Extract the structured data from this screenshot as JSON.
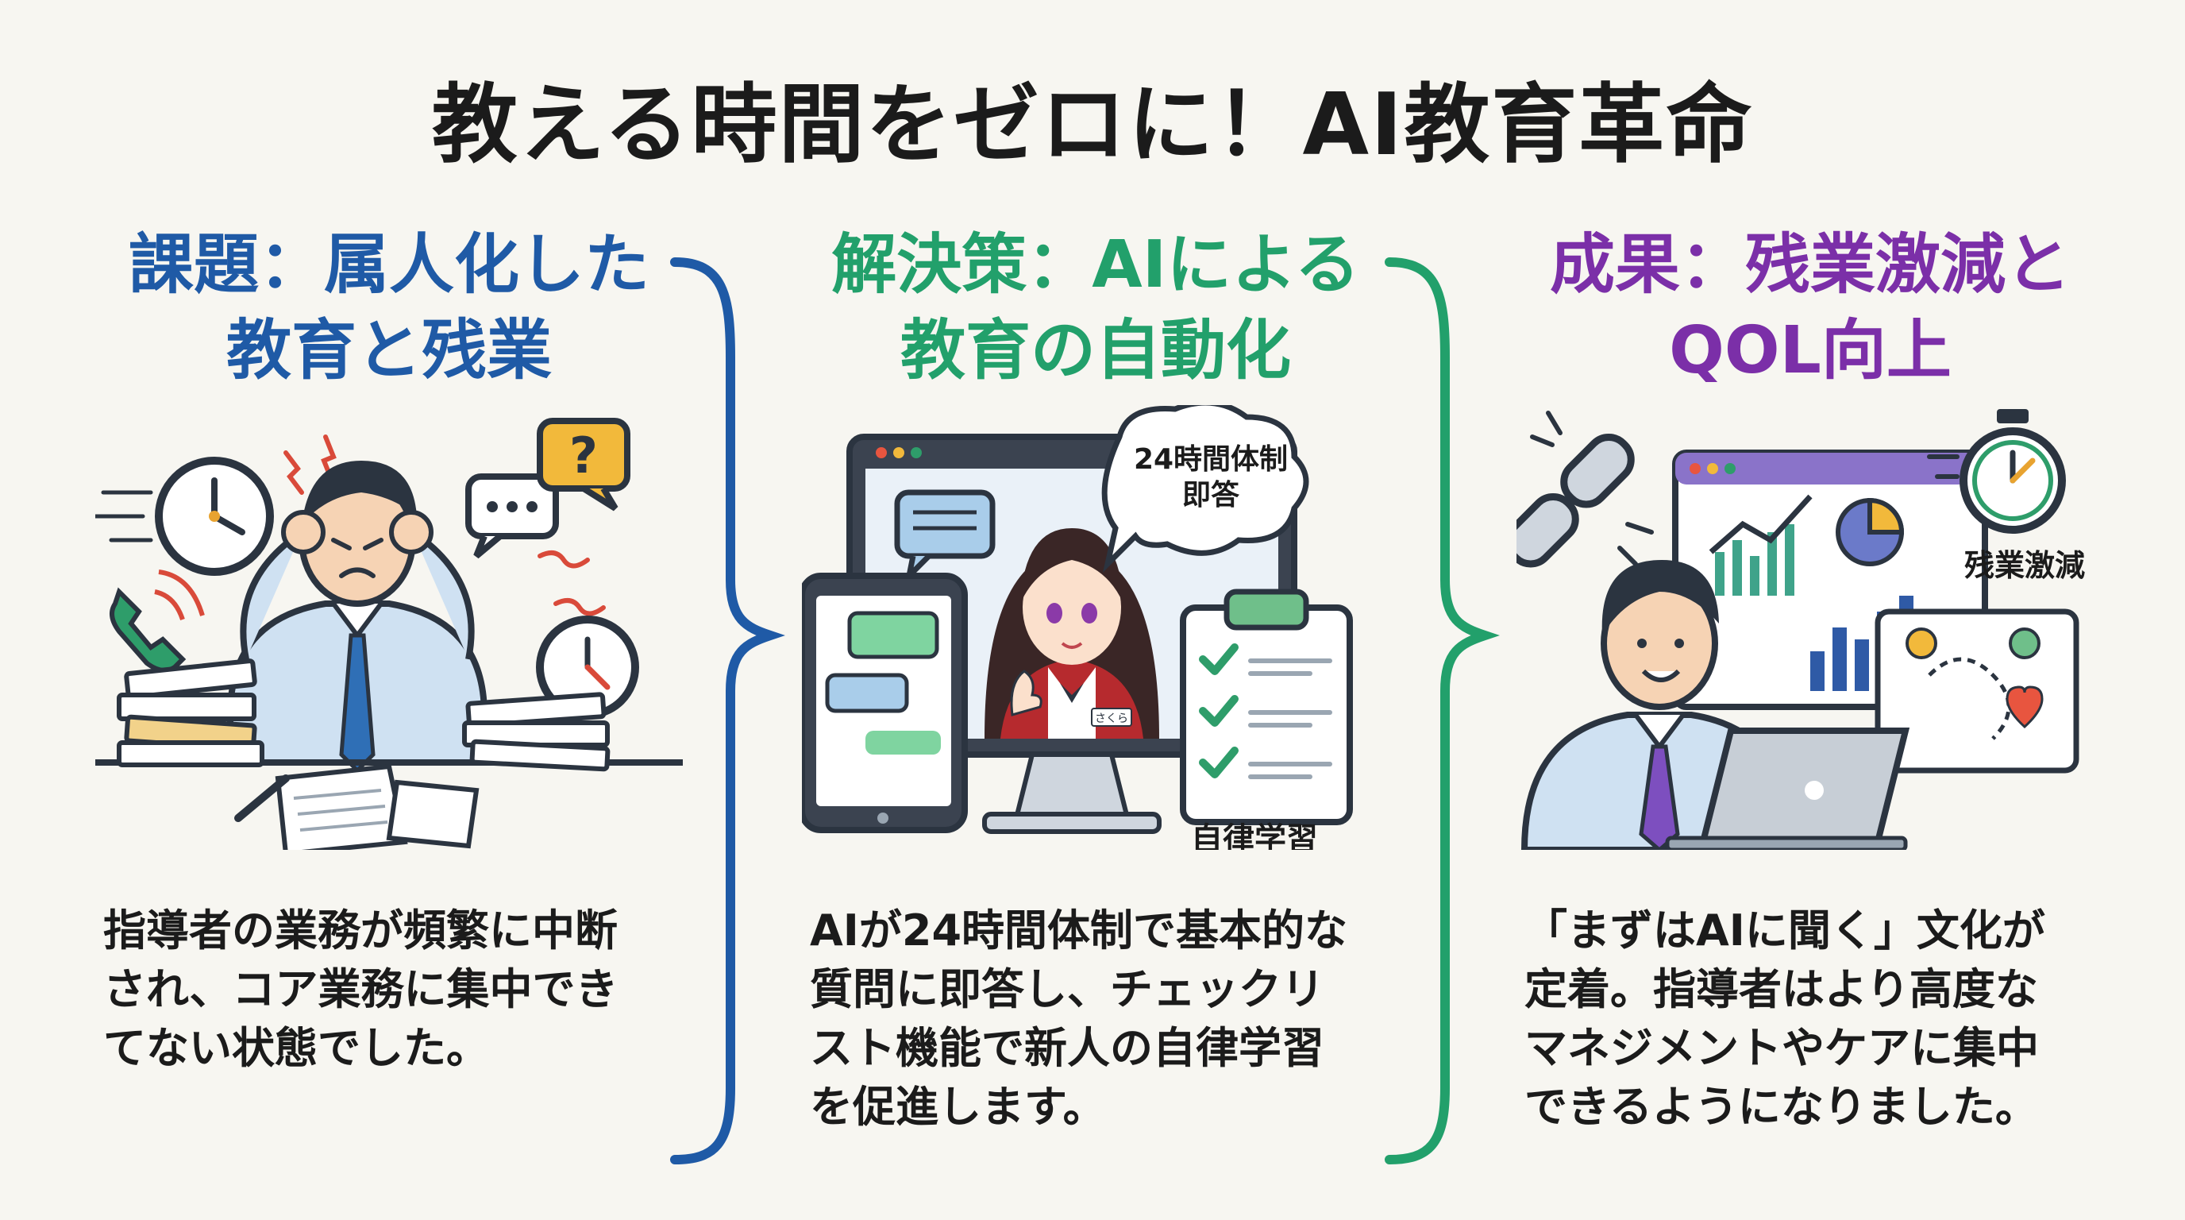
{
  "title": "教える時間をゼロに！AI教育革命",
  "columns": [
    {
      "heading_line1": "課題：属人化した",
      "heading_line2": "教育と残業",
      "body": [
        "指導者の業務が頻繁に中断",
        "され、コア業務に集中でき",
        "てない状態でした。"
      ],
      "color": "#1f5aa6"
    },
    {
      "heading_line1": "解決策：AIによる",
      "heading_line2": "教育の自動化",
      "bubble_line1": "24時間体制",
      "bubble_line2": "即答",
      "badge": "さくら",
      "caption": "自律学習",
      "body": [
        "AIが24時間体制で基本的な",
        "質問に即答し、チェックリ",
        "スト機能で新人の自律学習",
        "を促進します。"
      ],
      "color": "#22a06b"
    },
    {
      "heading_line1": "成果：残業激減と",
      "heading_line2": "QOL向上",
      "caption": "残業激減",
      "body": [
        "「まずはAIに聞く」文化が",
        "定着。指導者はより高度な",
        "マネジメントやケアに集中",
        "できるようになりました。"
      ],
      "color": "#7b2fa8"
    }
  ],
  "icons": [
    "clock-icon",
    "question-icon",
    "phone-icon",
    "chain-icon",
    "stopwatch-icon",
    "checklist-icon",
    "chat-icon",
    "laptop-icon"
  ]
}
